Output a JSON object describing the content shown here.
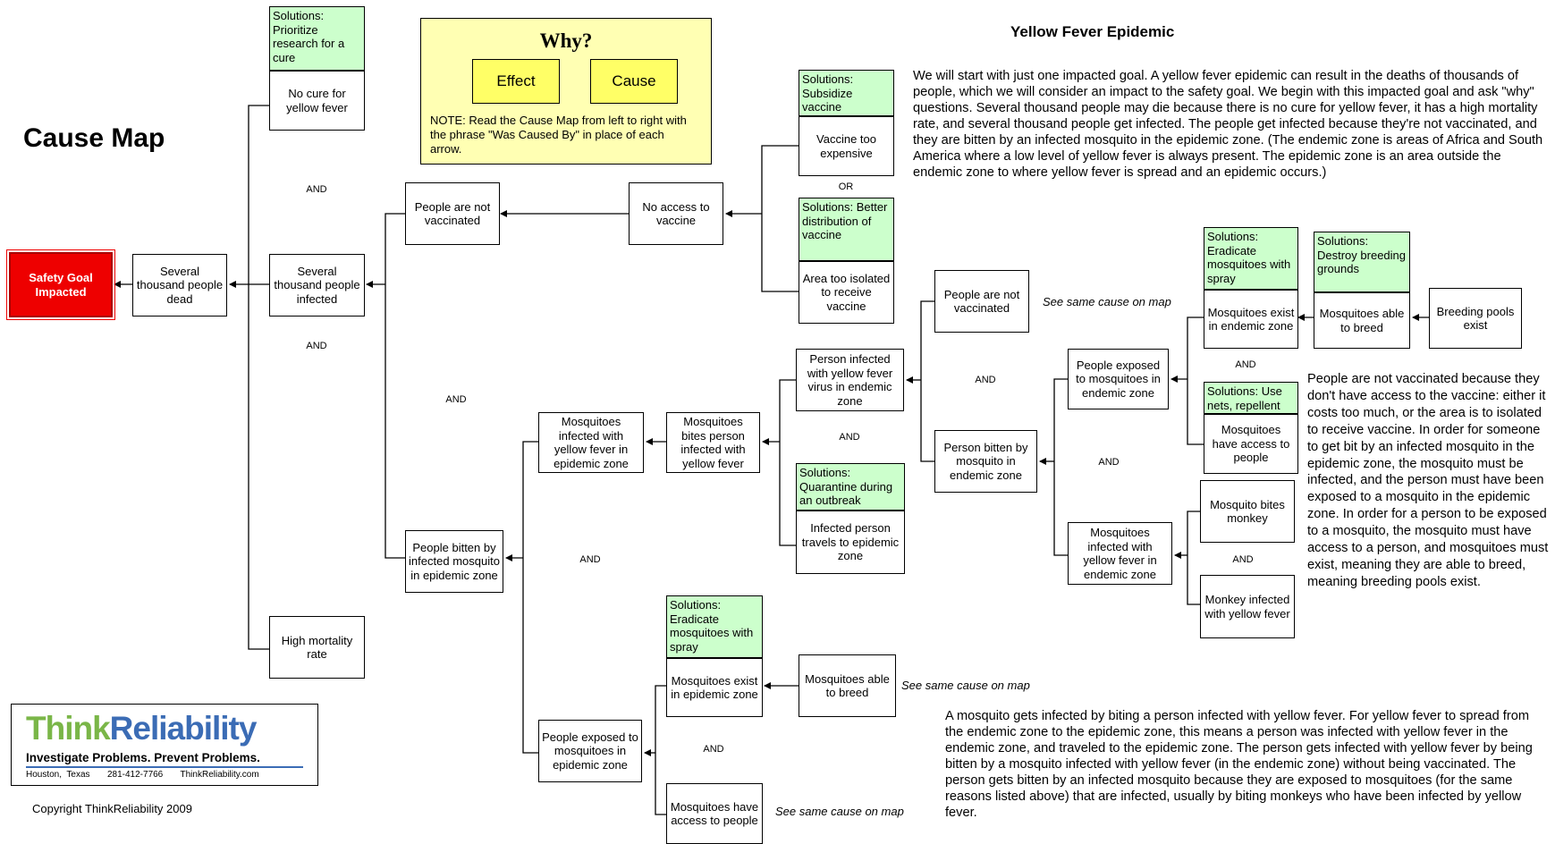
{
  "title": "Cause Map",
  "heading": "Yellow Fever Epidemic",
  "safety_goal": "Safety Goal Impacted",
  "legend": {
    "why": "Why?",
    "effect": "Effect",
    "cause": "Cause",
    "note": "NOTE:  Read the Cause Map from left to right with the phrase \"Was Caused By\" in place of each arrow."
  },
  "boxes": {
    "dead": "Several thousand people dead",
    "nocure": "No cure for yellow fever",
    "infected": "Several thousand people infected",
    "mortality": "High mortality rate",
    "notvacc": "People are not vaccinated",
    "noaccess": "No access to vaccine",
    "expensive": "Vaccine too expensive",
    "isolated": "Area too isolated to receive vaccine",
    "bitten": "People bitten by infected mosquito in epidemic zone",
    "mosqinf": "Mosquitoes infected with yellow fever in epidemic zone",
    "bites": "Mosquitoes bites person infected with yellow fever",
    "personinf": "Person infected with yellow fever virus in endemic zone",
    "travels": "Infected person travels to epidemic zone",
    "notvacc2": "People are not vaccinated",
    "bittenend": "Person bitten by mosquito in endemic zone",
    "exposedend": "People exposed to mosquitoes in endemic zone",
    "existend": "Mosquitoes exist in endemic zone",
    "breed": "Mosquitoes able to breed",
    "pools": "Breeding pools exist",
    "accessend": "Mosquitoes have access to people",
    "mosqinfend": "Mosquitoes infected with yellow fever in endemic zone",
    "monkeybite": "Mosquito bites monkey",
    "monkey": "Monkey infected with yellow fever",
    "exposedepi": "People exposed to mosquitoes in epidemic zone",
    "existepi": "Mosquitoes exist in epidemic zone",
    "breedepi": "Mosquitoes able to breed",
    "accessepi": "Mosquitoes have access to people"
  },
  "solutions": {
    "research": "Solutions: Prioritize research for a cure",
    "subsidize": "Solutions: Subsidize vaccine",
    "distribution": "Solutions: Better distribution of vaccine",
    "eradicate1": "Solutions: Eradicate mosquitoes with spray",
    "destroy": "Solutions: Destroy breeding grounds",
    "nets": "Solutions: Use nets, repellent",
    "quarantine": "Solutions: Quarantine during an outbreak",
    "eradicate2": "Solutions: Eradicate mosquitoes with spray"
  },
  "connectors": {
    "and": "AND",
    "or": "OR"
  },
  "notes": {
    "see_same": "See same cause on map"
  },
  "paragraphs": {
    "intro": "We will start with just one impacted goal. A yellow fever epidemic can result in the deaths of thousands of people, which we will consider an impact to the safety goal.  We begin with this impacted goal and ask \"why\" questions.  Several thousand people may die because there is no cure for yellow fever, it has a high mortality rate, and several thousand people get infected.  The people get infected because they're not vaccinated, and they are bitten by an infected mosquito in the epidemic zone.  (The endemic zone is areas of Africa and South America where a low level of yellow fever is always present.  The epidemic zone is an area outside the endemic zone to where yellow fever is spread and an epidemic occurs.)",
    "vaccinated": "People are not vaccinated because they don't have access to the vaccine: either it costs too much, or the area is to isolated to receive vaccine.  In order for someone to get bit by an infected mosquito in the epidemic zone, the mosquito must be infected, and the person must have been exposed to a mosquito in the epidemic zone.  In order for a person to be exposed to a mosquito, the mosquito must have access to a person, and mosquitoes must exist, meaning they are able to breed, meaning breeding pools exist.",
    "mosquito": "A mosquito gets infected by biting a person infected with yellow fever. For yellow fever to spread from the endemic zone to the epidemic zone, this means a person was infected with yellow fever in the endemic zone, and traveled to the epidemic zone.  The person gets infected with yellow fever by being bitten by a mosquito infected with yellow fever (in the endemic zone) without being vaccinated.  The person gets bitten by an infected mosquito because they are exposed to mosquitoes (for the same reasons listed above) that are infected, usually by biting monkeys who have been infected by yellow fever."
  },
  "logo": {
    "think": "Think",
    "reliability": "Reliability",
    "tagline": "Investigate Problems.  Prevent Problems.",
    "contact": "Houston,  Texas       281-412-7766       ThinkReliability.com"
  },
  "copyright": "Copyright ThinkReliability 2009"
}
